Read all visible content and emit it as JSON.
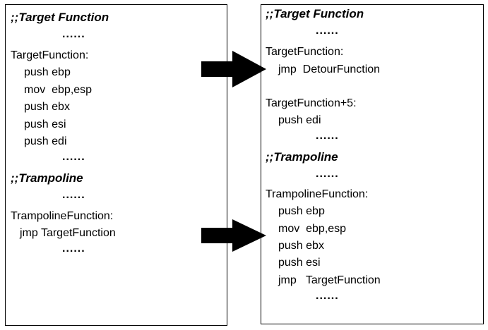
{
  "left": {
    "section1_header": ";;Target Function",
    "section1_dots_top": "......",
    "target_label": "TargetFunction:",
    "target_lines": [
      "push ebp",
      "mov  ebp,esp",
      "push ebx",
      "push esi",
      "push edi"
    ],
    "section1_dots_bottom": "......",
    "section2_header": ";;Trampoline",
    "section2_dots_top": "......",
    "trampoline_label": "TrampolineFunction:",
    "trampoline_lines": [
      "jmp TargetFunction"
    ],
    "section2_dots_bottom": "......"
  },
  "right": {
    "section1_header": ";;Target Function",
    "section1_dots_top": "......",
    "target_label": "TargetFunction:",
    "target_lines": [
      "jmp  DetourFunction"
    ],
    "target_plus5_label": "TargetFunction+5:",
    "target_plus5_lines": [
      "push edi"
    ],
    "section1_dots_bottom": "......",
    "section2_header": ";;Trampoline",
    "section2_dots_top": "......",
    "trampoline_label": "TrampolineFunction:",
    "trampoline_lines": [
      "push ebp",
      "mov  ebp,esp",
      "push ebx",
      "push esi",
      "jmp   TargetFunction"
    ],
    "section2_dots_bottom": "......"
  },
  "colors": {
    "stroke": "#000000",
    "background": "#ffffff"
  }
}
